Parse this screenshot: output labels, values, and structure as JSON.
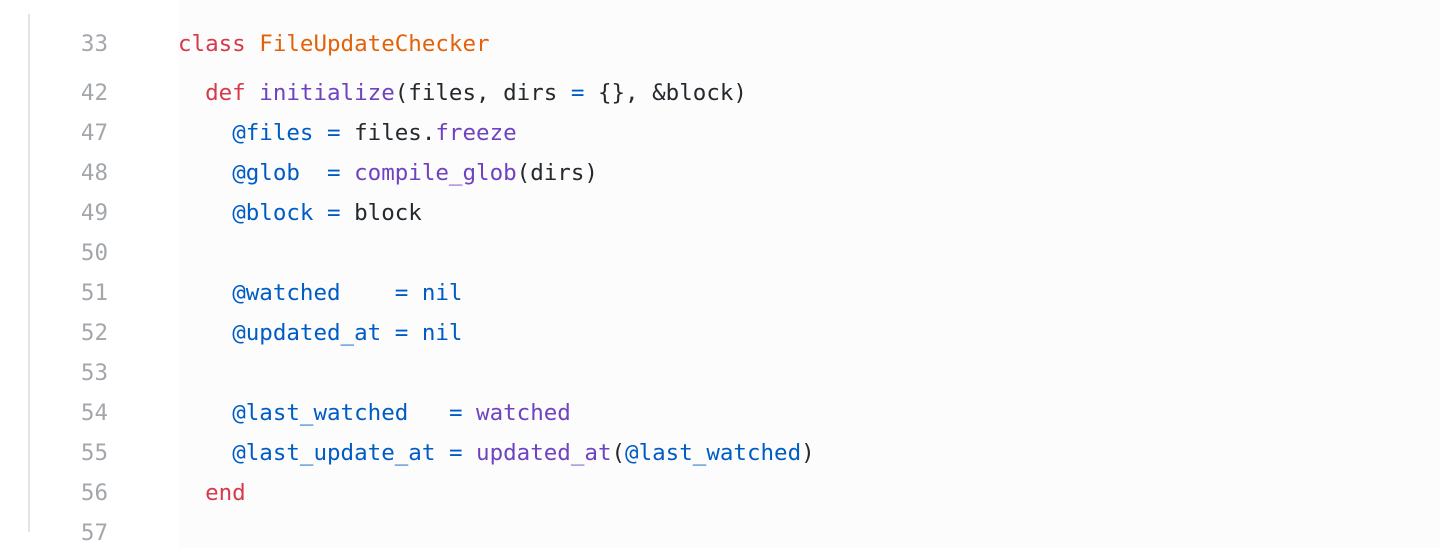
{
  "lines": [
    {
      "number": "33",
      "tokens": [
        {
          "t": "class",
          "c": "kw"
        },
        {
          "t": " ",
          "c": "plain"
        },
        {
          "t": "FileUpdateChecker",
          "c": "cls"
        }
      ]
    },
    {
      "number": "42",
      "tokens": [
        {
          "t": "  ",
          "c": "plain"
        },
        {
          "t": "def",
          "c": "kw"
        },
        {
          "t": " ",
          "c": "plain"
        },
        {
          "t": "initialize",
          "c": "fn"
        },
        {
          "t": "(files, dirs ",
          "c": "plain"
        },
        {
          "t": "=",
          "c": "op"
        },
        {
          "t": " {}, &block)",
          "c": "plain"
        }
      ]
    },
    {
      "number": "47",
      "tokens": [
        {
          "t": "    ",
          "c": "plain"
        },
        {
          "t": "@files",
          "c": "ivar"
        },
        {
          "t": " ",
          "c": "plain"
        },
        {
          "t": "=",
          "c": "op"
        },
        {
          "t": " files.",
          "c": "plain"
        },
        {
          "t": "freeze",
          "c": "fn"
        }
      ]
    },
    {
      "number": "48",
      "tokens": [
        {
          "t": "    ",
          "c": "plain"
        },
        {
          "t": "@glob",
          "c": "ivar"
        },
        {
          "t": "  ",
          "c": "plain"
        },
        {
          "t": "=",
          "c": "op"
        },
        {
          "t": " ",
          "c": "plain"
        },
        {
          "t": "compile_glob",
          "c": "fn"
        },
        {
          "t": "(dirs)",
          "c": "plain"
        }
      ]
    },
    {
      "number": "49",
      "tokens": [
        {
          "t": "    ",
          "c": "plain"
        },
        {
          "t": "@block",
          "c": "ivar"
        },
        {
          "t": " ",
          "c": "plain"
        },
        {
          "t": "=",
          "c": "op"
        },
        {
          "t": " block",
          "c": "plain"
        }
      ]
    },
    {
      "number": "50",
      "tokens": []
    },
    {
      "number": "51",
      "tokens": [
        {
          "t": "    ",
          "c": "plain"
        },
        {
          "t": "@watched",
          "c": "ivar"
        },
        {
          "t": "    ",
          "c": "plain"
        },
        {
          "t": "=",
          "c": "op"
        },
        {
          "t": " ",
          "c": "plain"
        },
        {
          "t": "nil",
          "c": "con"
        }
      ]
    },
    {
      "number": "52",
      "tokens": [
        {
          "t": "    ",
          "c": "plain"
        },
        {
          "t": "@updated_at",
          "c": "ivar"
        },
        {
          "t": " ",
          "c": "plain"
        },
        {
          "t": "=",
          "c": "op"
        },
        {
          "t": " ",
          "c": "plain"
        },
        {
          "t": "nil",
          "c": "con"
        }
      ]
    },
    {
      "number": "53",
      "tokens": []
    },
    {
      "number": "54",
      "tokens": [
        {
          "t": "    ",
          "c": "plain"
        },
        {
          "t": "@last_watched",
          "c": "ivar"
        },
        {
          "t": "   ",
          "c": "plain"
        },
        {
          "t": "=",
          "c": "op"
        },
        {
          "t": " ",
          "c": "plain"
        },
        {
          "t": "watched",
          "c": "fn"
        }
      ]
    },
    {
      "number": "55",
      "tokens": [
        {
          "t": "    ",
          "c": "plain"
        },
        {
          "t": "@last_update_at",
          "c": "ivar"
        },
        {
          "t": " ",
          "c": "plain"
        },
        {
          "t": "=",
          "c": "op"
        },
        {
          "t": " ",
          "c": "plain"
        },
        {
          "t": "updated_at",
          "c": "fn"
        },
        {
          "t": "(",
          "c": "plain"
        },
        {
          "t": "@last_watched",
          "c": "ivar"
        },
        {
          "t": ")",
          "c": "plain"
        }
      ]
    },
    {
      "number": "56",
      "tokens": [
        {
          "t": "  ",
          "c": "plain"
        },
        {
          "t": "end",
          "c": "kw"
        }
      ]
    },
    {
      "number": "57",
      "tokens": []
    }
  ],
  "colors": {
    "keyword": "#d73a49",
    "class_name": "#e36209",
    "method": "#6f42c1",
    "instance_variable": "#005cc5",
    "operator": "#005cc5",
    "constant": "#005cc5",
    "text": "#24292e",
    "line_number": "#a3a7ab"
  }
}
